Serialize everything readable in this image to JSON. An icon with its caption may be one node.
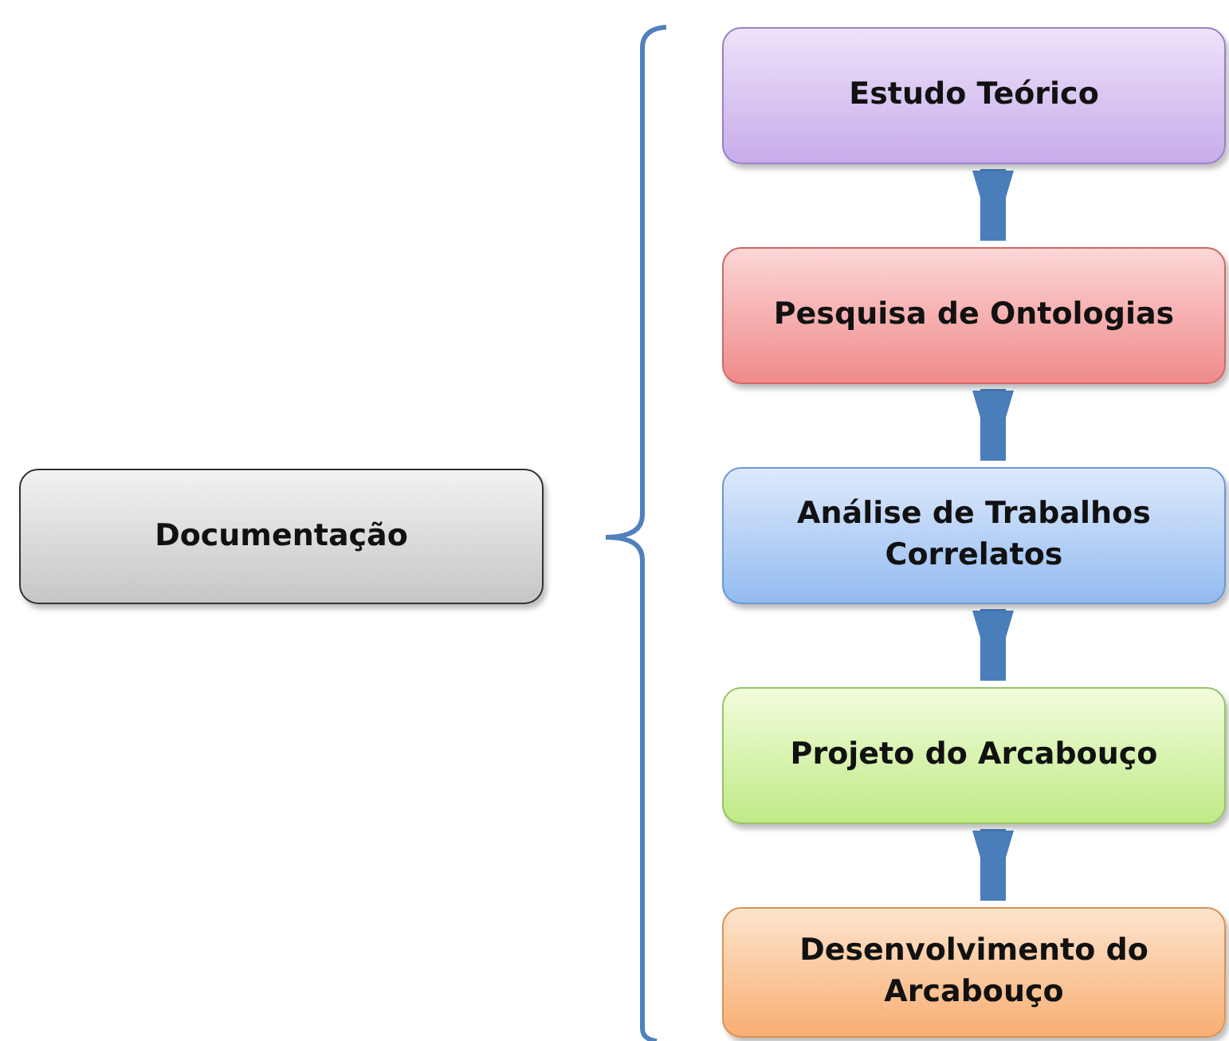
{
  "diagram": {
    "nodes": [
      {
        "text": [
          "Documentação"
        ]
      },
      {
        "text": [
          "Estudo Teórico"
        ]
      },
      {
        "text": [
          "Pesquisa de Ontologias"
        ]
      },
      {
        "text": [
          "Análise de Trabalhos Correlatos"
        ]
      },
      {
        "text": [
          "Projeto do Arcabouço"
        ]
      },
      {
        "text": [
          "Desenvolvimento do Arcabouço"
        ]
      }
    ],
    "edges": [
      {
        "from": 1,
        "to": 2,
        "arrow": "to"
      },
      {
        "from": 2,
        "to": 3,
        "arrow": "to"
      },
      {
        "from": 3,
        "to": 4,
        "arrow": "to"
      },
      {
        "from": 4,
        "to": 5,
        "arrow": "to"
      }
    ]
  }
}
